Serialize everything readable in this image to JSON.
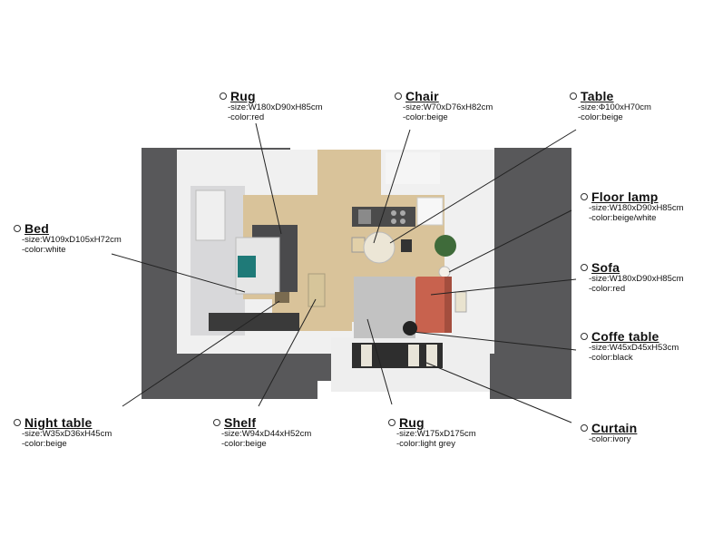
{
  "items": [
    {
      "name": "Rug",
      "size": "-size:W180xD90xH85cm",
      "color": "-color:red"
    },
    {
      "name": "Chair",
      "size": "-size:W70xD76xH82cm",
      "color": "-color:beige"
    },
    {
      "name": "Table",
      "size": "-size:Φ100xH70cm",
      "color": "-color:beige"
    },
    {
      "name": "Bed",
      "size": "-size:W109xD105xH72cm",
      "color": "-color:white"
    },
    {
      "name": "Floor lamp",
      "size": "-size:W180xD90xH85cm",
      "color": "-color:beige/white"
    },
    {
      "name": "Sofa",
      "size": "-size:W180xD90xH85cm",
      "color": "-color:red"
    },
    {
      "name": "Coffe table",
      "size": "-size:W45xD45xH53cm",
      "color": "-color:black"
    },
    {
      "name": "Night table",
      "size": "-size:W35xD36xH45cm",
      "color": "-color:beige"
    },
    {
      "name": "Shelf",
      "size": "-size:W94xD44xH52cm",
      "color": "-color:beige"
    },
    {
      "name": "Rug",
      "size": "-size:W175xD175cm",
      "color": "-color:light grey"
    },
    {
      "name": "Curtain",
      "size": "",
      "color": "-color:ivory"
    }
  ],
  "colors": {
    "wall_dark": "#58585a",
    "wall_white": "#f2f2f2",
    "floor_wood": "#d9c39a",
    "sofa": "#c8624e",
    "rug_red": "#4a4a4c",
    "rug_grey": "#bdbdbd",
    "cushion": "#1f7a78"
  }
}
